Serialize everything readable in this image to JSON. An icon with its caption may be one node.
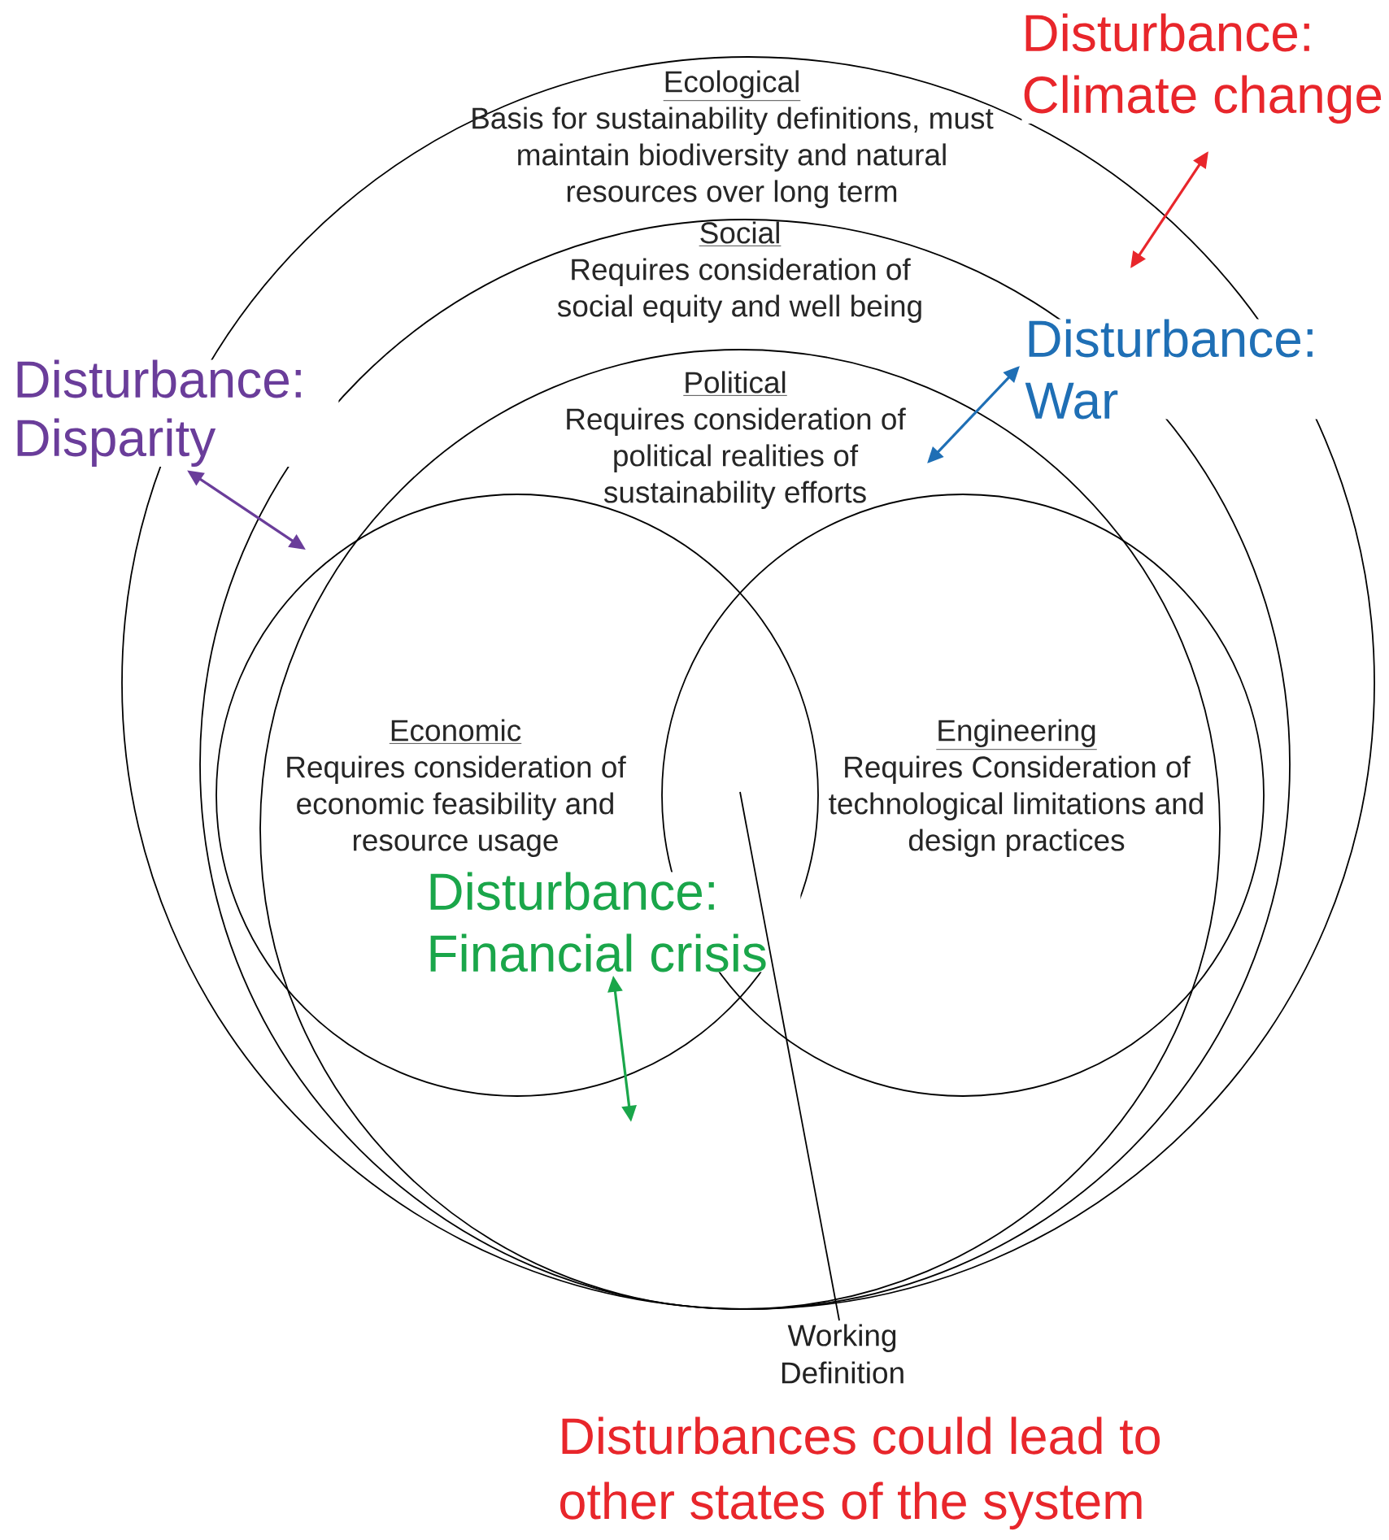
{
  "diagram": {
    "nodes": [
      {
        "text": [
          "Ecological",
          "Basis for sustainability definitions, must maintain biodiversity and natural resources over long term"
        ]
      },
      {
        "text": [
          "Social",
          "Requires consideration of social equity and well being"
        ],
        "in": 0
      },
      {
        "text": [
          "Political",
          "Requires consideration of political realities of sustainability efforts"
        ],
        "in": 1
      },
      {
        "text": [
          "Economic",
          "Requires consideration of economic feasibility and resource usage"
        ],
        "in": 1
      },
      {
        "text": [
          "Engineering",
          "Requires Consideration of technological limitations and design practices"
        ],
        "in": 1
      },
      {
        "text": [
          "Disturbance: Climate change"
        ]
      },
      {
        "text": [
          "Disturbance: War"
        ],
        "in": 0
      },
      {
        "text": [
          "Disturbance: Disparity"
        ]
      },
      {
        "text": [
          "Disturbance: Financial crisis"
        ],
        "in": 3
      },
      {
        "text": [
          "Working Definition"
        ]
      }
    ],
    "edges": [
      {
        "from": 5,
        "to": null,
        "arrow": "both",
        "color": "#e8262b"
      },
      {
        "from": 6,
        "to": 2,
        "arrow": "both",
        "color": "#1f6fb5"
      },
      {
        "from": 7,
        "to": null,
        "arrow": "both",
        "color": "#6a3d9a"
      },
      {
        "from": 8,
        "to": 2,
        "arrow": "both",
        "color": "#1aa64a"
      },
      {
        "from": 9,
        "to": 4,
        "arrow": "none",
        "color": "#000000"
      }
    ],
    "labels": [
      "Disturbances could lead to other states of the system"
    ]
  }
}
